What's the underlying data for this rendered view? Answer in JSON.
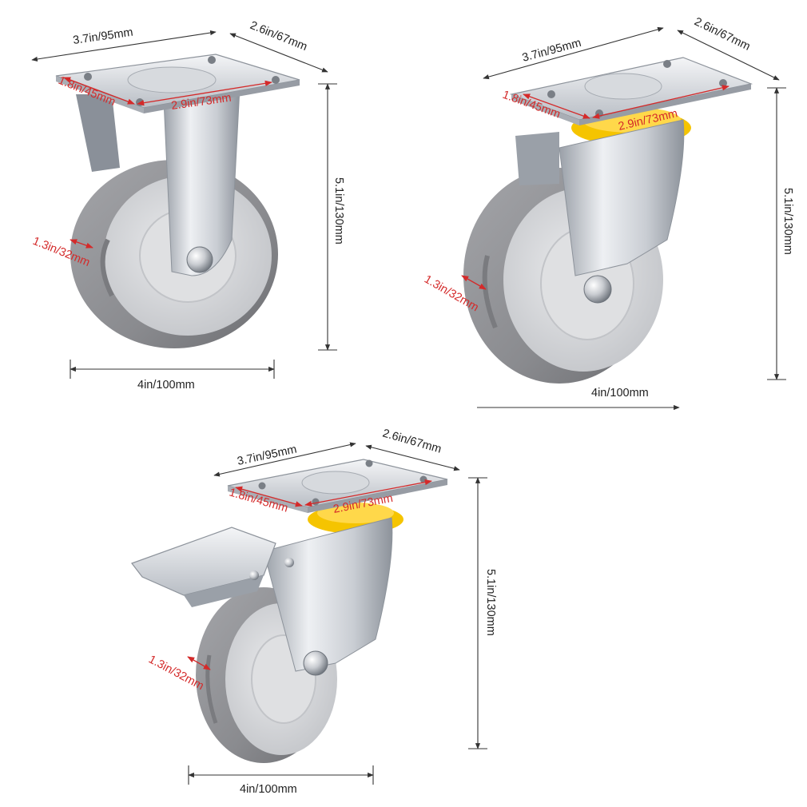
{
  "colors": {
    "tire": "#8e8f93",
    "tire_dark": "#6f7074",
    "hub": "#d9dadc",
    "steel_light": "#eef0f3",
    "steel_mid": "#c5c9cf",
    "steel_dark": "#8d939b",
    "bearing_yellow": "#f5c400",
    "dim_black": "#333333",
    "dim_red": "#d42a2a"
  },
  "casters": [
    {
      "kind": "fixed",
      "plate_width": "3.7in/95mm",
      "plate_depth": "2.6in/67mm",
      "hole_spacing_short": "1.8in/45mm",
      "hole_spacing_long": "2.9in/73mm",
      "height": "5.1in/130mm",
      "tread_width": "1.3in/32mm",
      "wheel_diameter": "4in/100mm"
    },
    {
      "kind": "swivel",
      "plate_width": "3.7in/95mm",
      "plate_depth": "2.6in/67mm",
      "hole_spacing_short": "1.8in/45mm",
      "hole_spacing_long": "2.9in/73mm",
      "height": "5.1in/130mm",
      "tread_width": "1.3in/32mm",
      "wheel_diameter": "4in/100mm"
    },
    {
      "kind": "swivel-brake",
      "plate_width": "3.7in/95mm",
      "plate_depth": "2.6in/67mm",
      "hole_spacing_short": "1.8in/45mm",
      "hole_spacing_long": "2.9in/73mm",
      "height": "5.1in/130mm",
      "tread_width": "1.3in/32mm",
      "wheel_diameter": "4in/100mm"
    }
  ]
}
